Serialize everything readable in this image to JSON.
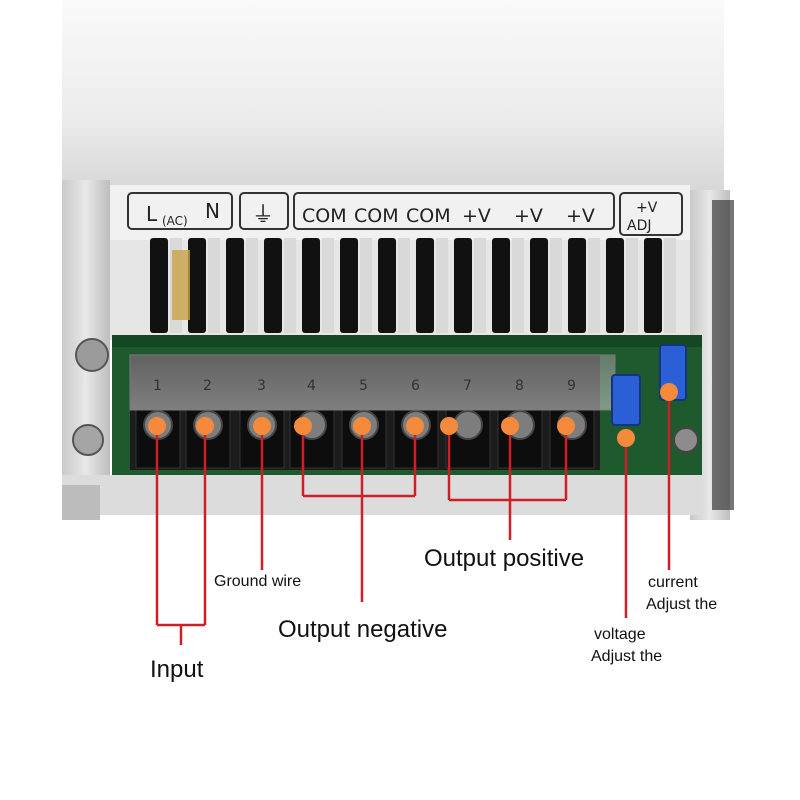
{
  "panel": {
    "ac_label": "L",
    "ac_sub": "(AC)",
    "n_label": "N",
    "ground_symbol": "⏚",
    "terminals": [
      "COM",
      "COM",
      "COM",
      "+V",
      "+V",
      "+V"
    ],
    "adj_top": "+V",
    "adj_bottom": "ADJ"
  },
  "terminal_numbers": [
    "1",
    "2",
    "3",
    "4",
    "5",
    "6",
    "7",
    "8",
    "9"
  ],
  "callouts": {
    "input": "Input",
    "ground": "Ground wire",
    "output_negative": "Output negative",
    "output_positive": "Output positive",
    "voltage_line1": "voltage",
    "voltage_line2": "Adjust the",
    "current_line1": "current",
    "current_line2": "Adjust the"
  },
  "colors": {
    "leader": "#cc1f26",
    "marker": "#f58a3c",
    "pot": "#2a5fd6",
    "pcb": "#1f5a2e"
  }
}
